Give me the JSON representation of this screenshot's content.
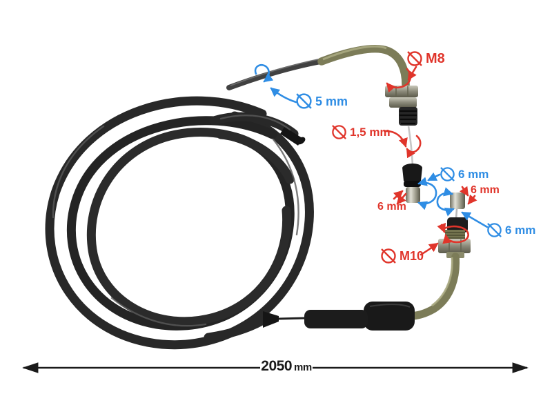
{
  "colors": {
    "red": "#e0352b",
    "blue": "#2f8de4",
    "dim_line": "#1a1a1a",
    "background": "#ffffff",
    "cable_housing": "#282828",
    "guide_tube": "#7c7c58",
    "metal": "#9a9988",
    "inner_wire": "#c6c6c6"
  },
  "annotations": {
    "m8": {
      "icon": "diameter-icon",
      "text": "M8",
      "color": "red"
    },
    "outer_cable_dia": {
      "icon": "diameter-icon",
      "text": "5 mm",
      "color": "blue"
    },
    "inner_wire_dia": {
      "icon": "diameter-icon",
      "text": "1,5 mm",
      "color": "red"
    },
    "barrel1_dia": {
      "icon": "diameter-icon",
      "text": "6 mm",
      "color": "blue"
    },
    "barrel1_len": {
      "text": "6 mm",
      "color": "red"
    },
    "barrel2_len": {
      "text": "6 mm",
      "color": "red"
    },
    "barrel2_dia": {
      "icon": "diameter-icon",
      "text": "6 mm",
      "color": "blue"
    },
    "m10": {
      "icon": "diameter-icon",
      "text": "M10",
      "color": "red"
    }
  },
  "dimension_line": {
    "value": "2050",
    "unit": "mm"
  }
}
